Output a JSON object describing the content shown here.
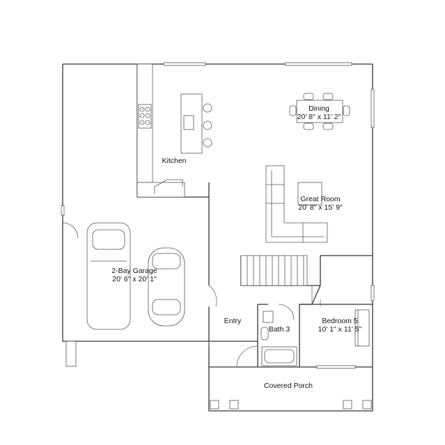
{
  "rooms": [
    {
      "key": "dining",
      "name": "Dining",
      "size": "20' 8\" x 11' 2\""
    },
    {
      "key": "kitchen",
      "name": "Kitchen",
      "size": ""
    },
    {
      "key": "great_room",
      "name": "Great Room",
      "size": "20' 8\" x 15' 9\""
    },
    {
      "key": "garage",
      "name": "2-Bay Garage",
      "size": "20' 6\" x 20' 1\""
    },
    {
      "key": "entry",
      "name": "Entry",
      "size": ""
    },
    {
      "key": "bath3",
      "name": "Bath 3",
      "size": ""
    },
    {
      "key": "bedroom5",
      "name": "Bedroom 5",
      "size": "10' 1\" x 11' 5\""
    },
    {
      "key": "porch",
      "name": "Covered Porch",
      "size": ""
    }
  ]
}
